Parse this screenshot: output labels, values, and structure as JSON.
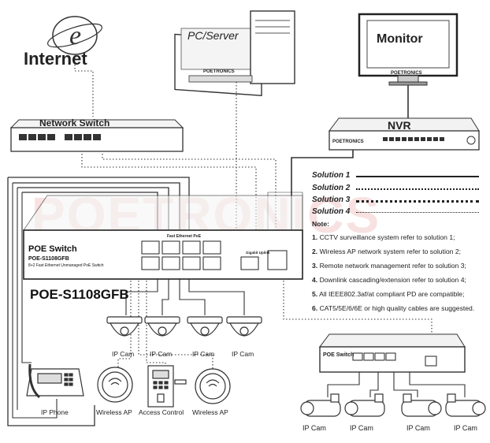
{
  "labels": {
    "internet": "Internet",
    "pc_server": "PC/Server",
    "pc_brand": "POETRONICS",
    "monitor": "Monitor",
    "monitor_brand": "POETRONICS",
    "network_switch": "Network Switch",
    "nvr": "NVR",
    "nvr_brand": "POETRONICS",
    "watermark": "POETRONICS",
    "poe_switch_title": "POE Switch",
    "poe_switch_model": "POE-S1108GFB",
    "poe_switch_desc": "8+2 Fast Ethernet Unmanaged PoE Switch",
    "poe_switch_big_model": "POE-S1108GFB",
    "fast_ethernet_port": "Fast Ethernet PoE",
    "gigabit_uplink": "Gigabit Uplink",
    "small_poe_switch_title": "POE Switch"
  },
  "solutions": [
    {
      "label": "Solution 1",
      "style": "solid"
    },
    {
      "label": "Solution 2",
      "style": "dotted"
    },
    {
      "label": "Solution 3",
      "style": "dotted-bold"
    },
    {
      "label": "Solution 4",
      "style": "dotted-fine"
    }
  ],
  "notes": {
    "heading": "Note:",
    "items": [
      {
        "num": "1.",
        "text": "CCTV surveillance system refer to solution 1;"
      },
      {
        "num": "2.",
        "text": "Wireless AP network system refer to solution 2;"
      },
      {
        "num": "3.",
        "text": "Remote network management refer to solution 3;"
      },
      {
        "num": "4.",
        "text": "Downlink cascading/extension refer to solution 4;"
      },
      {
        "num": "5.",
        "text": "All IEEE802.3af/at compliant PD are compatible;"
      },
      {
        "num": "6.",
        "text": "CAT5/5E/6/6E or high quality cables are suggested."
      }
    ]
  },
  "devices_row1": [
    "IP Cam",
    "IP Cam",
    "IP Cam",
    "IP Cam"
  ],
  "devices_row2": [
    "IP Phone",
    "Wireless AP",
    "Access Control",
    "Wireless AP"
  ],
  "devices_row3": [
    "IP Cam",
    "IP Cam",
    "IP Cam",
    "IP Cam"
  ]
}
